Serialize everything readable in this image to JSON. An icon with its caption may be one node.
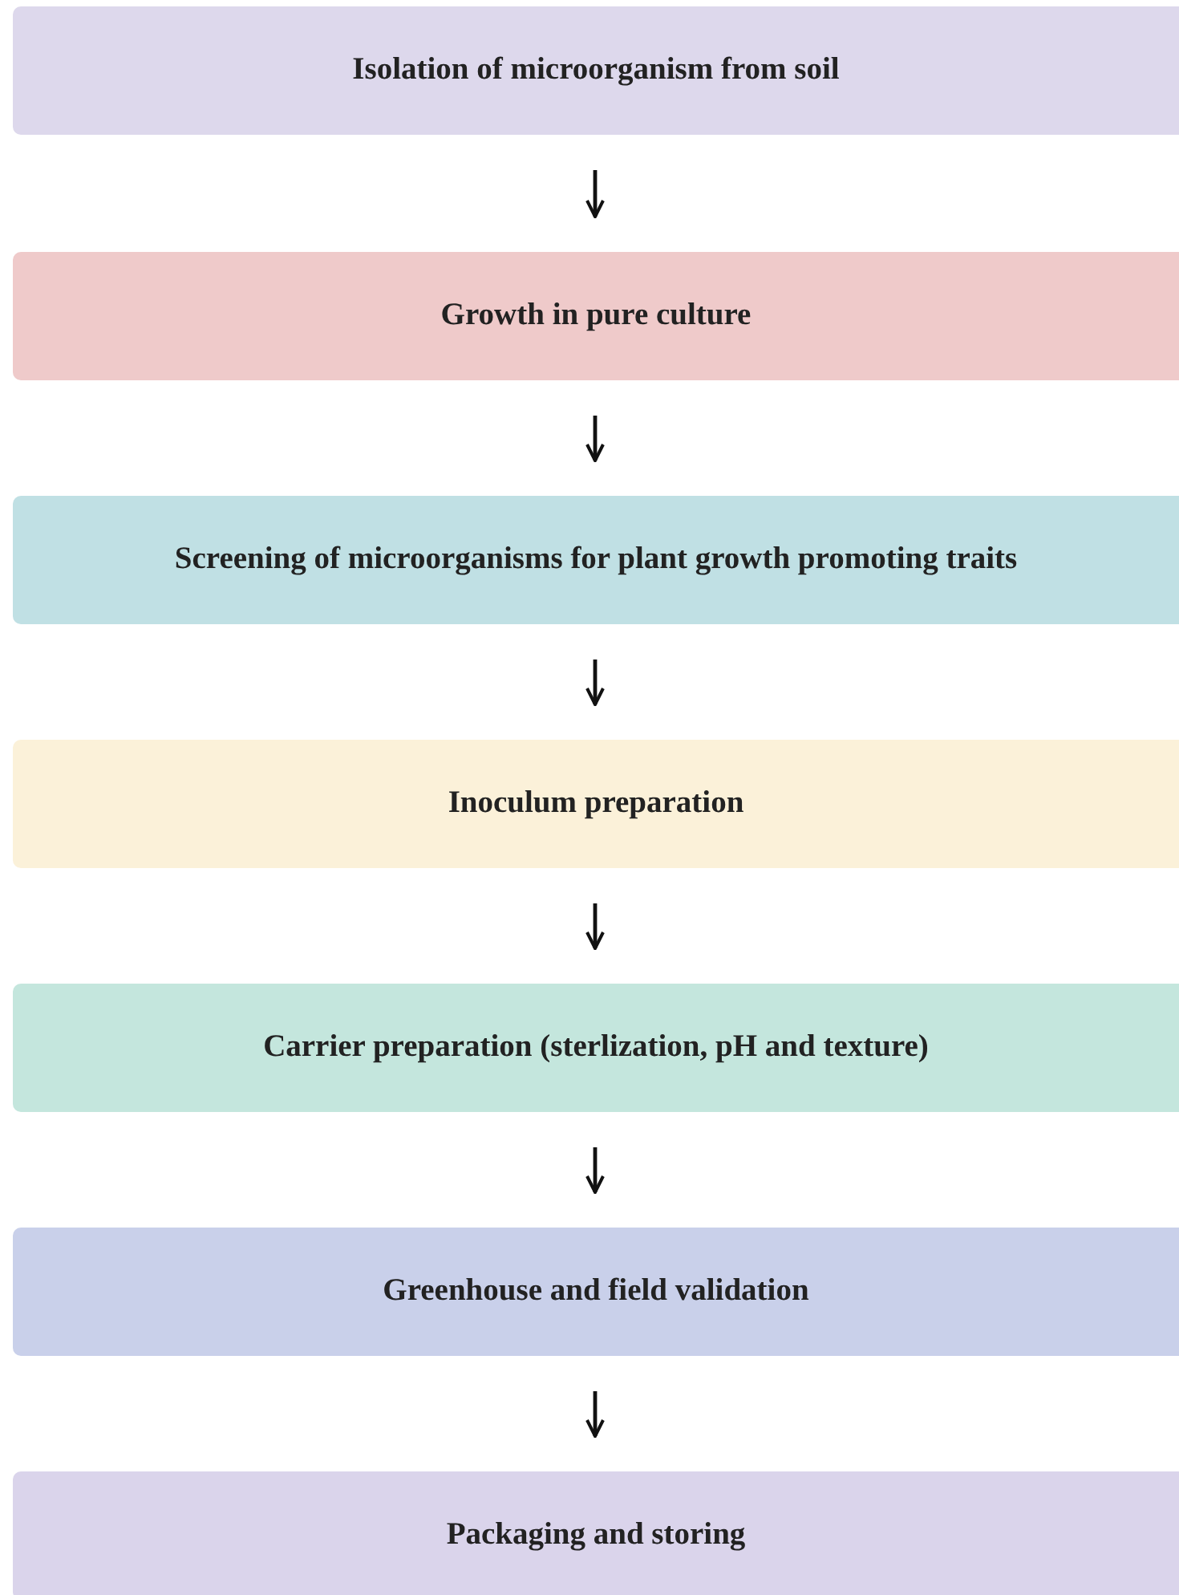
{
  "diagram": {
    "nodes": [
      {
        "text": [
          "Isolation of microorganism from soil"
        ]
      },
      {
        "text": [
          "Growth in pure culture"
        ]
      },
      {
        "text": [
          "Screening of microorganisms for plant growth promoting traits"
        ]
      },
      {
        "text": [
          "Inoculum preparation"
        ]
      },
      {
        "text": [
          "Carrier preparation (sterlization, pH and texture)"
        ]
      },
      {
        "text": [
          "Greenhouse and field validation"
        ]
      },
      {
        "text": [
          "Packaging and storing"
        ]
      }
    ],
    "edges": [
      {
        "from": 0,
        "to": 1,
        "arrow": "to"
      },
      {
        "from": 1,
        "to": 2,
        "arrow": "to"
      },
      {
        "from": 2,
        "to": 3,
        "arrow": "to"
      },
      {
        "from": 3,
        "to": 4,
        "arrow": "to"
      },
      {
        "from": 4,
        "to": 5,
        "arrow": "to"
      },
      {
        "from": 5,
        "to": 6,
        "arrow": "to"
      }
    ]
  }
}
